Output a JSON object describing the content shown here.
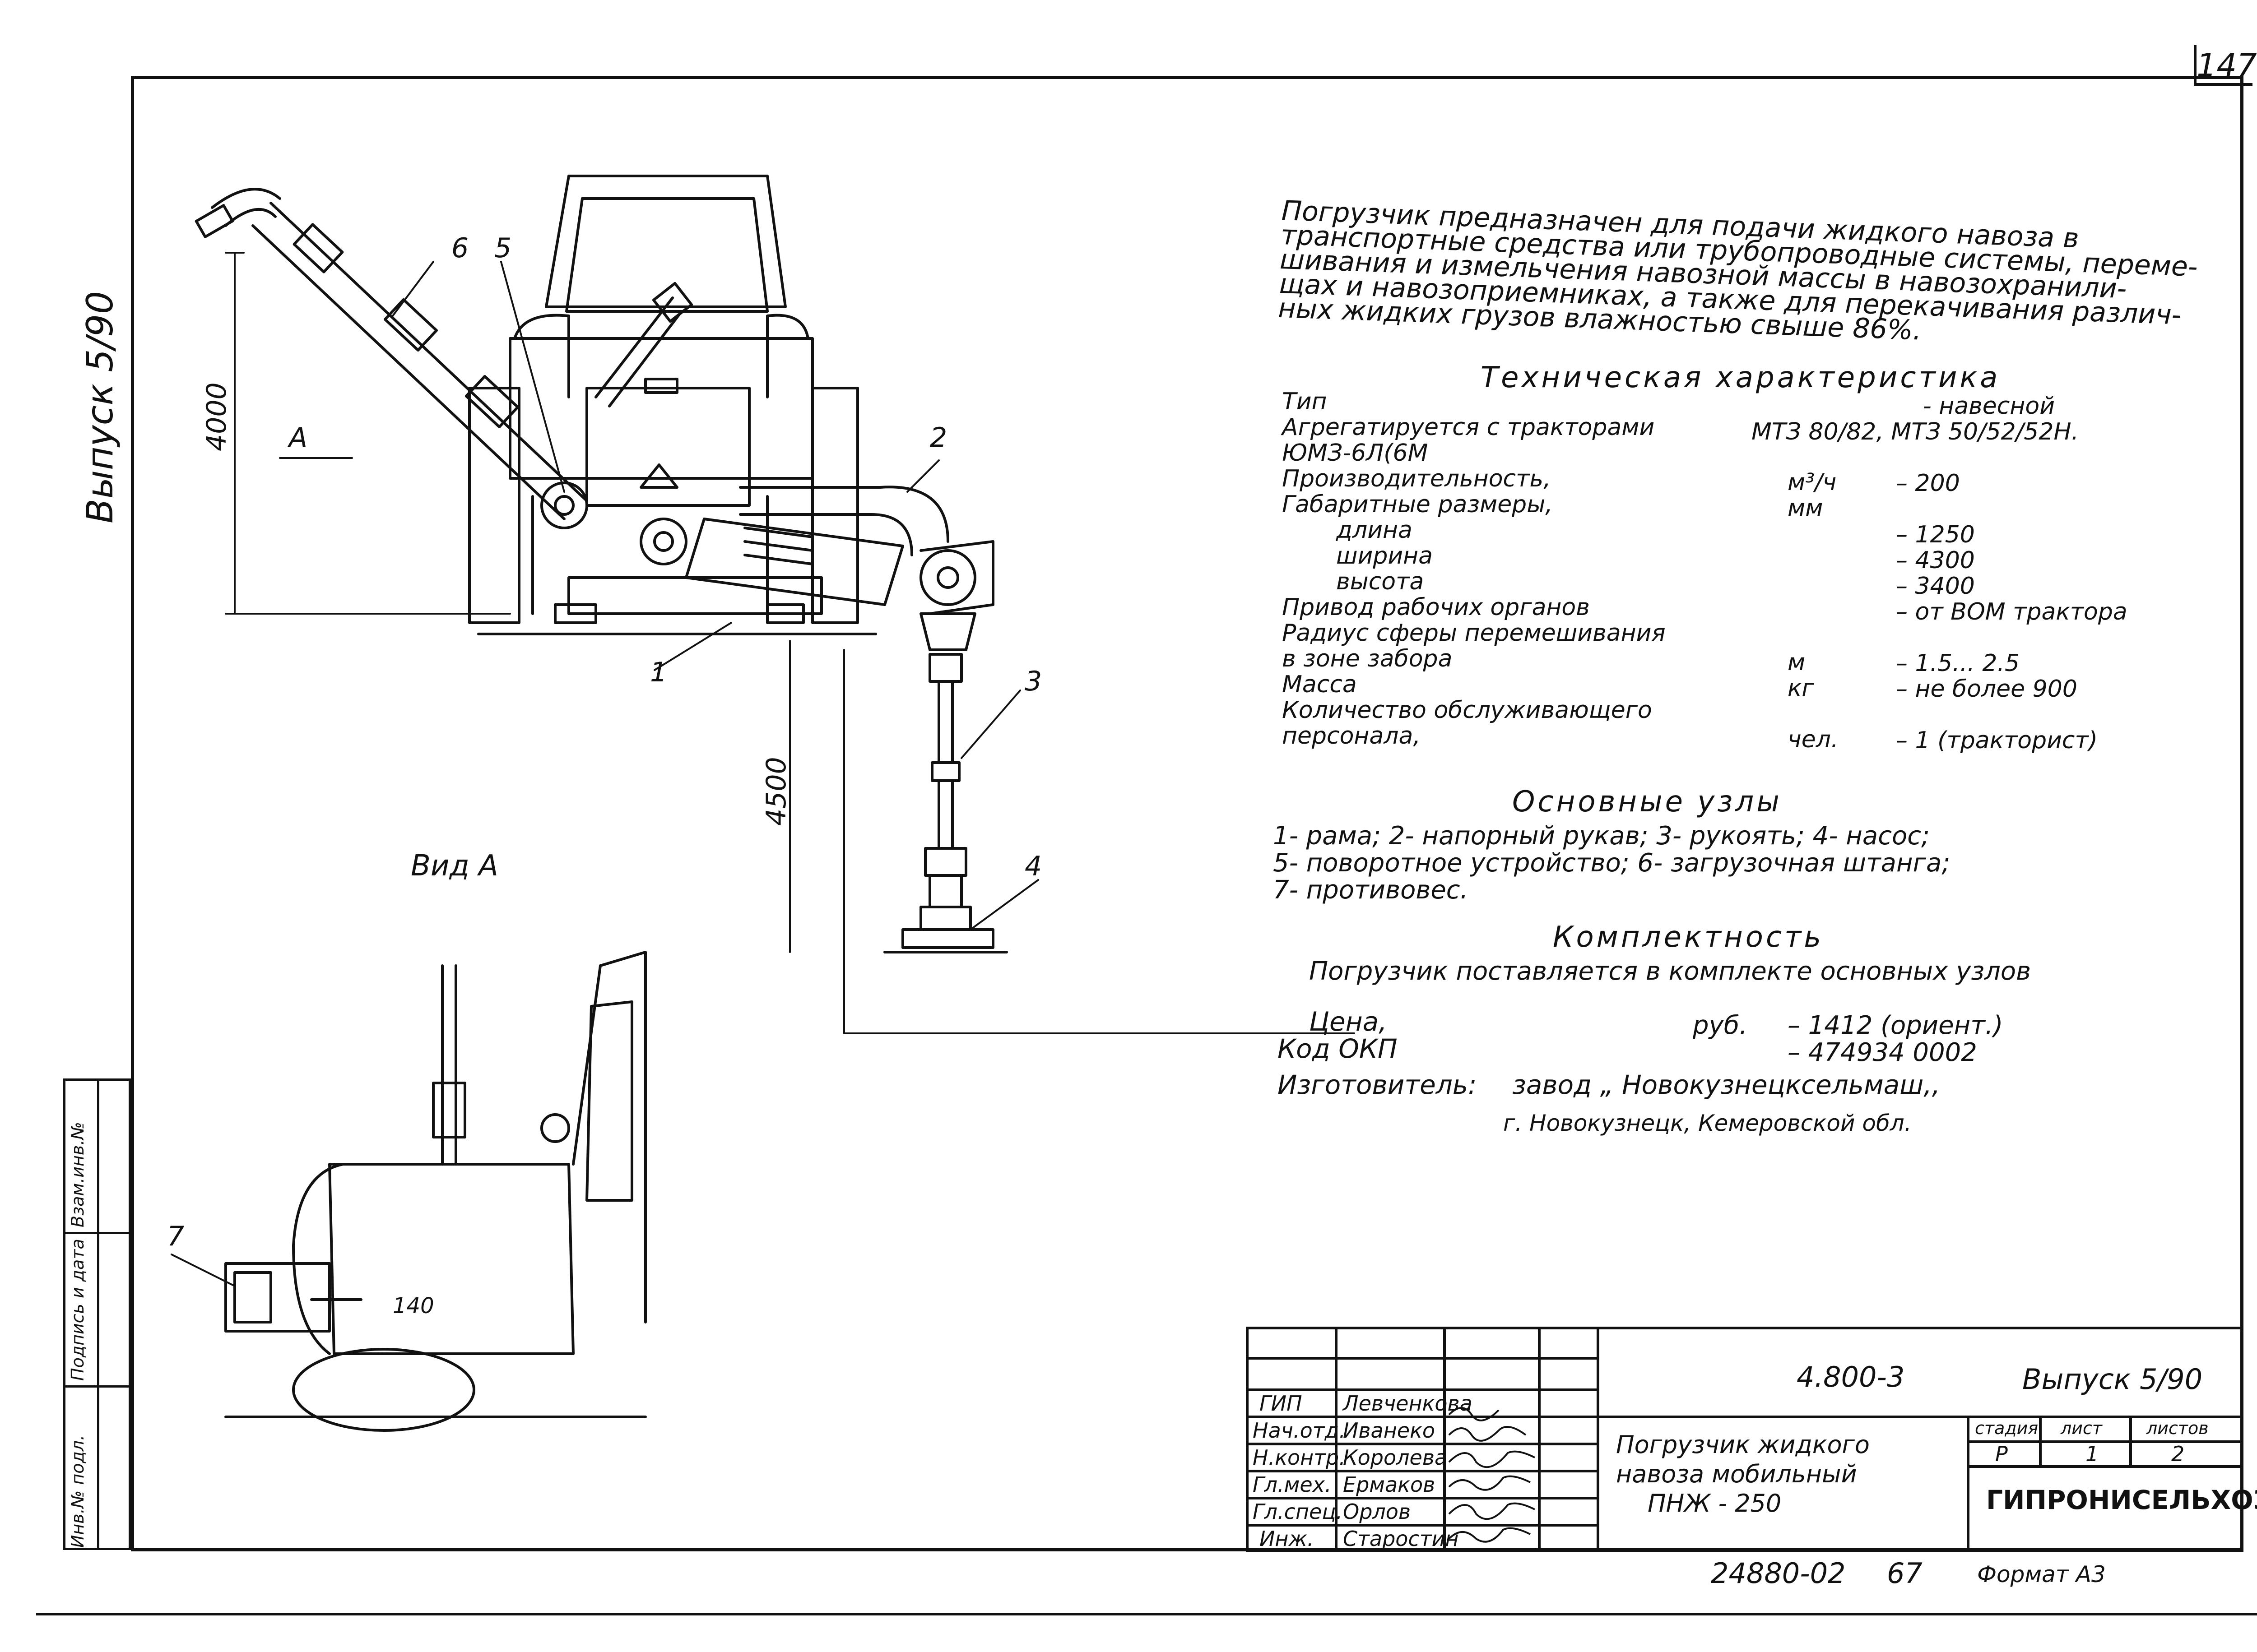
{
  "page_number": "147",
  "side_label": "Выпуск 5/90",
  "stamp_labels": [
    "Инв.№ подл.",
    "Подпись и дата",
    "Взам.инв.№"
  ],
  "drawing": {
    "dim_4000": "4000",
    "dim_4500": "4500",
    "dim_140": "140",
    "view_marker": "А",
    "view_title": "Вид А",
    "callouts": [
      "1",
      "2",
      "3",
      "4",
      "5",
      "6",
      "7"
    ]
  },
  "description": [
    "Погрузчик предназначен для подачи жидкого навоза в",
    "транспортные средства или трубопроводные системы, переме-",
    "шивания и измельчения навозной массы в навозохранили-",
    "щах и навозоприемниках, а также для перекачивания различ-",
    "ных жидких грузов влажностью свыше 86%."
  ],
  "specs": {
    "heading": "Техническая характеристика",
    "rows": [
      {
        "label": "Тип",
        "unit": "",
        "value": "- навесной"
      },
      {
        "label": "Агрегатируется с тракторами",
        "unit": "",
        "value": "МТЗ 80/82, МТЗ 50/52/52Н."
      },
      {
        "label": "ЮМЗ-6Л(6М",
        "unit": "",
        "value": ""
      },
      {
        "label": "Производительность,",
        "unit": "м³/ч",
        "value": "– 200"
      },
      {
        "label": "Габаритные размеры,",
        "unit": "мм",
        "value": ""
      },
      {
        "label": "длина",
        "unit": "",
        "value": "– 1250"
      },
      {
        "label": "ширина",
        "unit": "",
        "value": "– 4300"
      },
      {
        "label": "высота",
        "unit": "",
        "value": "– 3400"
      },
      {
        "label": "Привод рабочих органов",
        "unit": "",
        "value": "– от ВОМ трактора"
      },
      {
        "label": "Радиус сферы перемешивания",
        "unit": "",
        "value": ""
      },
      {
        "label": "в зоне забора",
        "unit": "м",
        "value": "– 1.5... 2.5"
      },
      {
        "label": "Масса",
        "unit": "кг",
        "value": "– не более 900"
      },
      {
        "label": "Количество обслуживающего",
        "unit": "",
        "value": ""
      },
      {
        "label": "персонала,",
        "unit": "чел.",
        "value": "– 1 (тракторист)"
      }
    ]
  },
  "units": {
    "heading": "Основные узлы",
    "lines": [
      "1- рама; 2- напорный рукав; 3- рукоять; 4- насос;",
      "5- поворотное устройство; 6- загрузочная штанга;",
      "7- противовес."
    ]
  },
  "completeness": {
    "heading": "Комплектность",
    "text": "Погрузчик поставляется в комплекте основных узлов"
  },
  "price": {
    "price_label": "Цена,",
    "price_unit": "руб.",
    "price_value": "– 1412 (ориент.)",
    "okp_label": "Код ОКП",
    "okp_value": "– 474934 0002",
    "maker_label": "Изготовитель:",
    "maker_value": "завод „ Новокузнецксельмаш,,",
    "maker_city": "г. Новокузнецк, Кемеровской обл."
  },
  "title_block": {
    "doc_code": "4.800-3",
    "issue": "Выпуск 5/90",
    "title_lines": [
      "Погрузчик жидкого",
      "навоза мобильный",
      "ПНЖ - 250"
    ],
    "stage_header": "стадия",
    "sheet_header": "лист",
    "sheets_header": "листов",
    "stage": "Р",
    "sheet": "1",
    "sheets": "2",
    "org": "ГИПРОНИСЕЛЬХОЗ",
    "signatures": [
      {
        "role": "ГИП",
        "name": "Левченкова"
      },
      {
        "role": "Нач.отд.",
        "name": "Иванеко"
      },
      {
        "role": "Н.контр.",
        "name": "Королева"
      },
      {
        "role": "Гл.мех.",
        "name": "Ермаков"
      },
      {
        "role": "Гл.спец.",
        "name": "Орлов"
      },
      {
        "role": "Инж.",
        "name": "Старостин"
      }
    ]
  },
  "footer": {
    "number": "24880-02",
    "page": "67",
    "format": "Формат А3"
  }
}
